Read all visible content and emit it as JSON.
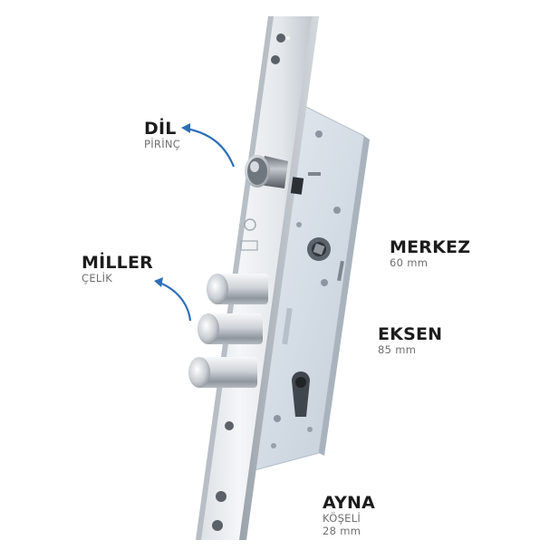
{
  "labels": {
    "dil": {
      "title": "DİL",
      "sub": "PİRİNÇ"
    },
    "miller": {
      "title": "MİLLER",
      "sub": "ÇELİK"
    },
    "merkez": {
      "title": "MERKEZ",
      "sub": "60 mm"
    },
    "eksen": {
      "title": "EKSEN",
      "sub": "85 mm"
    },
    "ayna": {
      "title": "AYNA",
      "sub": "KÖŞELİ",
      "sub2": "28 mm"
    }
  },
  "colors": {
    "arrow": "#2e6fb8",
    "title": "#1c1c1c",
    "sub": "#6f6f6f",
    "steel_light": "#eef1f4",
    "steel_mid": "#c9ced4",
    "steel_dark": "#8e959c",
    "plate_blue": "#dde6ef"
  },
  "icons": {
    "arrow_dil": "curved-arrow-icon",
    "arrow_miller": "curved-arrow-icon"
  }
}
